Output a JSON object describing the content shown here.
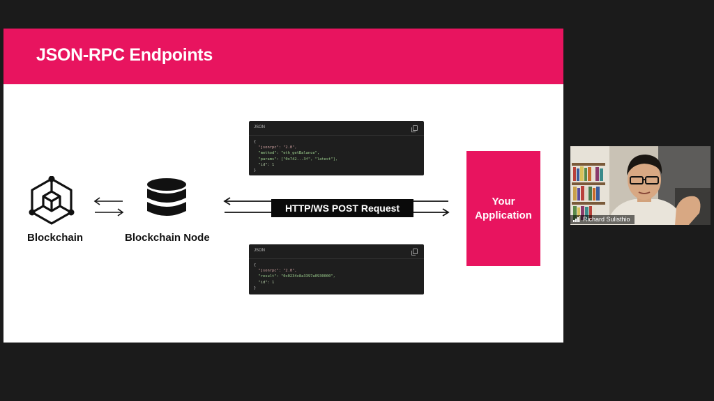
{
  "slide": {
    "title": "JSON-RPC Endpoints",
    "nodes": {
      "blockchain": "Blockchain",
      "blockchain_node": "Blockchain Node"
    },
    "request_label": "HTTP/WS POST Request",
    "application": {
      "line1": "Your",
      "line2": "Application"
    },
    "request_card": {
      "language": "JSON",
      "lines": [
        "{",
        "  \"jsonrpc\": \"2.0\",",
        "  \"method\": \"eth_getBalance\",",
        "  \"params\": [\"0x742...3f\", \"latest\"],",
        "  \"id\": 1",
        "}"
      ]
    },
    "response_card": {
      "language": "JSON",
      "lines": [
        "{",
        "  \"jsonrpc\": \"2.0\",",
        "  \"result\": \"0x0234c8a3397a0930000\",",
        "  \"id\": 1",
        "}"
      ]
    },
    "colors": {
      "accent": "#e8145f",
      "code_bg": "#1e1e1e",
      "slide_bg": "#ffffff",
      "canvas_bg": "#1b1b1b"
    }
  },
  "webcam": {
    "participant_name": "Richard Sulisthio",
    "icons": [
      "signal-bars-icon"
    ]
  }
}
